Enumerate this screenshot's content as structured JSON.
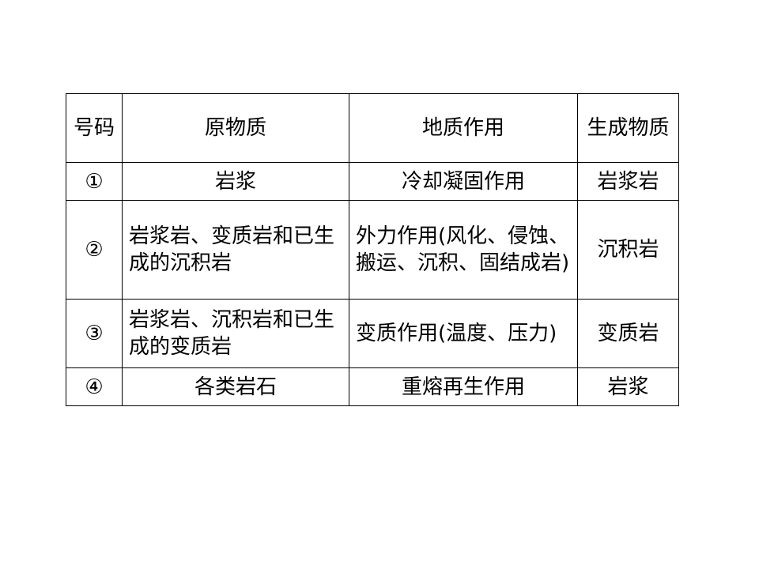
{
  "table": {
    "headers": [
      "号码",
      "原物质",
      "地质作用",
      "生成物质"
    ],
    "rows": [
      {
        "no": "①",
        "source": "岩浆",
        "process": "冷却凝固作用",
        "product": "岩浆岩"
      },
      {
        "no": "②",
        "source": "岩浆岩、变质岩和已生成的沉积岩",
        "process": "外力作用(风化、侵蚀、搬运、沉积、固结成岩)",
        "product": "沉积岩"
      },
      {
        "no": "③",
        "source": "岩浆岩、沉积岩和已生成的变质岩",
        "process": "变质作用(温度、压力)",
        "product": "变质岩"
      },
      {
        "no": "④",
        "source": "各类岩石",
        "process": "重熔再生作用",
        "product": "岩浆"
      }
    ]
  }
}
